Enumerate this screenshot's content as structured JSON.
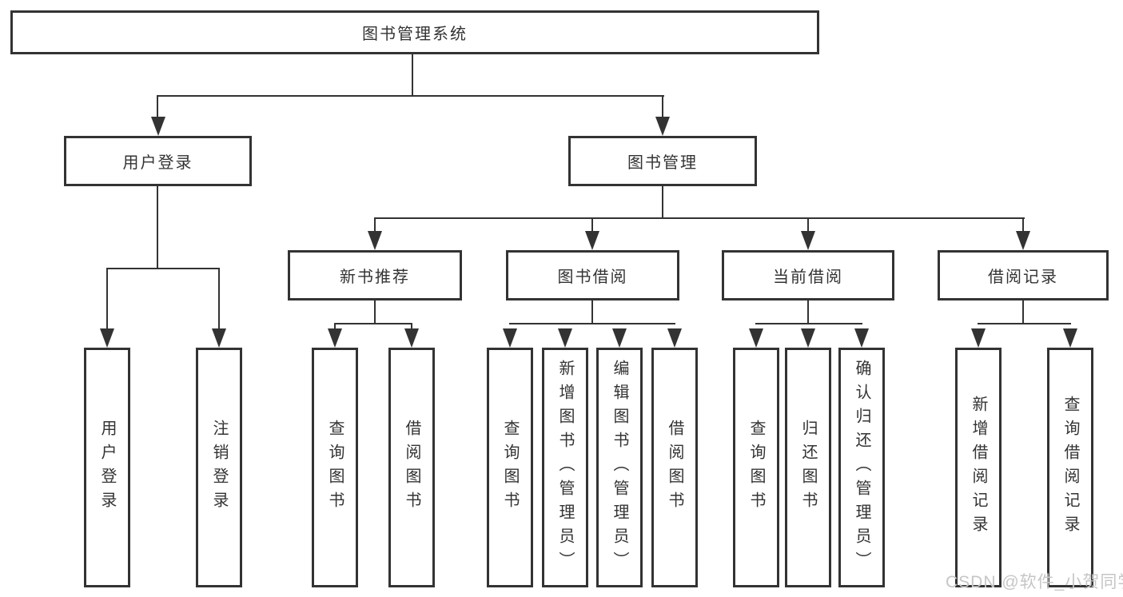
{
  "diagram": {
    "type": "hierarchy-tree",
    "title": {
      "label": "图书管理系统"
    },
    "level2": [
      {
        "label": "用户登录"
      },
      {
        "label": "图书管理"
      }
    ],
    "level3": [
      {
        "label": "新书推荐",
        "parent": "图书管理"
      },
      {
        "label": "图书借阅",
        "parent": "图书管理"
      },
      {
        "label": "当前借阅",
        "parent": "图书管理"
      },
      {
        "label": "借阅记录",
        "parent": "图书管理"
      }
    ],
    "leaves": [
      {
        "label": "用户登录",
        "parent": "用户登录"
      },
      {
        "label": "注销登录",
        "parent": "用户登录"
      },
      {
        "label": "查询图书",
        "parent": "新书推荐"
      },
      {
        "label": "借阅图书",
        "parent": "新书推荐"
      },
      {
        "label": "查询图书",
        "parent": "图书借阅"
      },
      {
        "label": "新增图书（管理员）",
        "parent": "图书借阅"
      },
      {
        "label": "编辑图书（管理员）",
        "parent": "图书借阅"
      },
      {
        "label": "借阅图书",
        "parent": "图书借阅"
      },
      {
        "label": "查询图书",
        "parent": "当前借阅"
      },
      {
        "label": "归还图书",
        "parent": "当前借阅"
      },
      {
        "label": "确认归还（管理员）",
        "parent": "当前借阅"
      },
      {
        "label": "新增借阅记录",
        "parent": "借阅记录"
      },
      {
        "label": "查询借阅记录",
        "parent": "借阅记录"
      }
    ],
    "watermark": {
      "text": "CSDN @软件_小贺同学"
    },
    "colors": {
      "line": "#333333",
      "text": "#333333",
      "box_background": "#ffffff",
      "watermark": "#c6c6c6"
    }
  }
}
